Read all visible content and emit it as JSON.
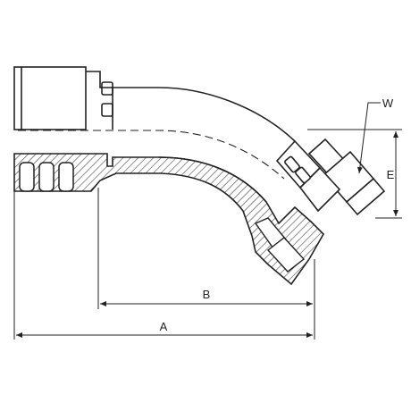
{
  "labels": {
    "a": "A",
    "b": "B",
    "e": "E",
    "w": "W"
  },
  "colors": {
    "line": "#222222",
    "hatch": "#444444",
    "background": "#ffffff"
  }
}
